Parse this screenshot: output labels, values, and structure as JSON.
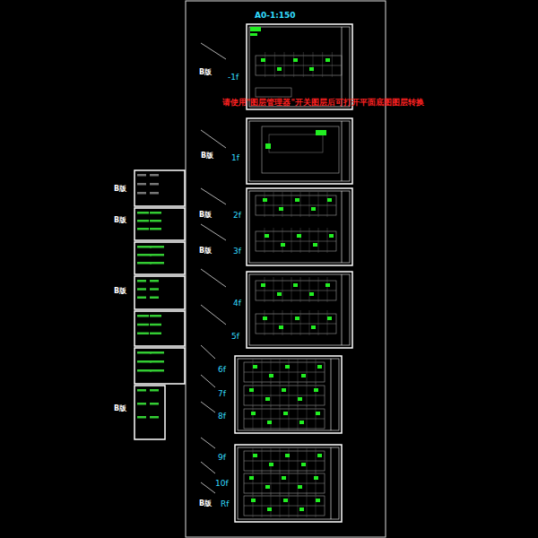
{
  "diagram": {
    "labels": [
      "A0-1:150",
      "B版",
      "-1f",
      "请使用\"图层管理器\"开关图层后可打开平面底图图层转换",
      "B版",
      "1f",
      "B版",
      "2f",
      "B版",
      "3f",
      "4f",
      "5f",
      "6f",
      "7f",
      "8f",
      "9f",
      "10f",
      "B版",
      "Rf",
      "B版",
      "B版",
      "B版",
      "B版"
    ]
  }
}
